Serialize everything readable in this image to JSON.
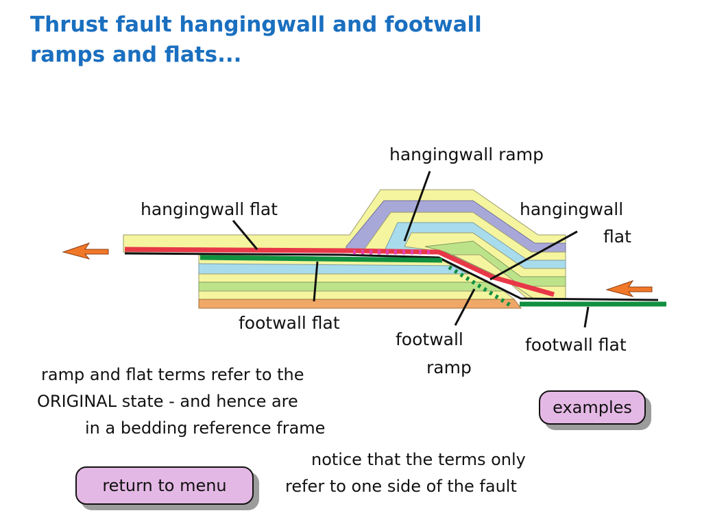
{
  "title": {
    "line1": "Thrust fault hangingwall and footwall",
    "line2": "ramps and flats..."
  },
  "diagram": {
    "labels": {
      "hangingwall_ramp": "hangingwall ramp",
      "hangingwall_flat_left": "hangingwall flat",
      "hangingwall_flat_right_1": "hangingwall",
      "hangingwall_flat_right_2": "flat",
      "footwall_flat_left": "footwall flat",
      "footwall_ramp_1": "footwall",
      "footwall_ramp_2": "ramp",
      "footwall_flat_right": "footwall flat"
    },
    "colors": {
      "yellow": "#f5f5a0",
      "purple": "#a8a8d8",
      "cyan": "#a8dcec",
      "green": "#bde38a",
      "orange": "#f0a868",
      "fault_red": "#e83848",
      "fault_green": "#109040",
      "arrow": "#f07828",
      "pink": "#e040b0"
    },
    "icons": [
      "arrow-left-icon",
      "arrow-left-icon"
    ]
  },
  "notes": {
    "left_1": "ramp and flat terms refer to the",
    "left_2": "ORIGINAL state - and hence are",
    "left_3": "in a bedding reference frame",
    "right_1": "notice that the terms only",
    "right_2": "refer to one side of the fault"
  },
  "buttons": {
    "examples": "examples",
    "return_menu": "return to menu"
  }
}
